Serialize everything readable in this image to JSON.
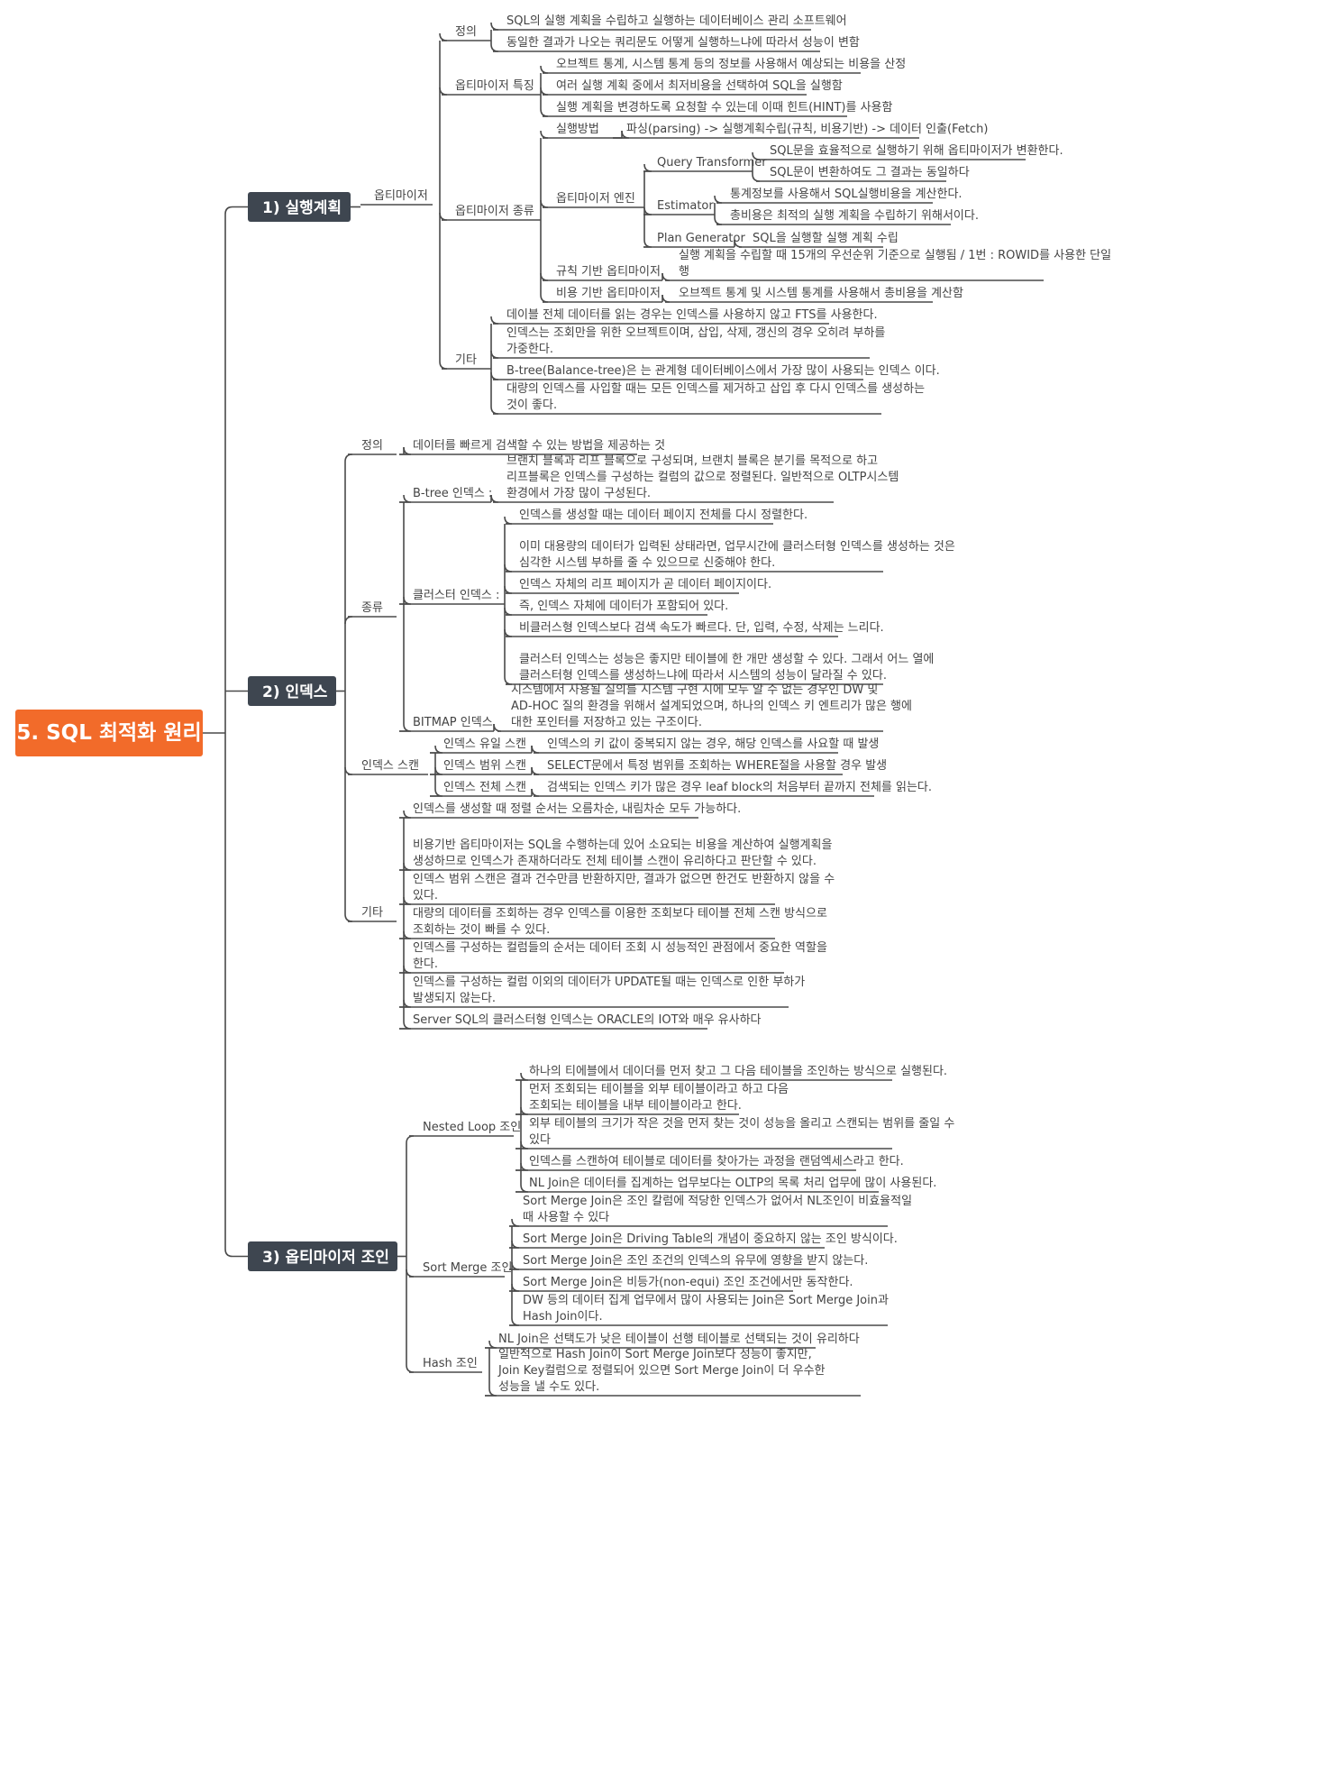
{
  "root": "5. SQL 최적화 원리",
  "colors": {
    "root_fill": "#f26b2a",
    "section_fill": "#3e4650",
    "line": "#4a4a4a",
    "text": "#444444"
  },
  "sections": [
    {
      "label": "1) 실행계획",
      "children": [
        {
          "label": "옵티마이저",
          "children": [
            {
              "label": "정의",
              "children": [
                {
                  "label": "SQL의 실행 계획을 수립하고 실행하는 데이터베이스 관리 소프트웨어"
                },
                {
                  "label": "동일한 결과가 나오는 쿼리문도 어떻게 실행하느냐에 따라서 성능이 변함"
                }
              ]
            },
            {
              "label": "옵티마이저 특징",
              "children": [
                {
                  "label": "오브젝트 통계, 시스템 통계 등의 정보를 사용해서 예상되는 비용을 산정"
                },
                {
                  "label": "여러 실행 계획 중에서 최저비용을 선택하여 SQL을 실행함"
                },
                {
                  "label": "실행 계획을 변경하도록 요청할 수 있는데 이때 힌트(HINT)를 사용함"
                }
              ]
            },
            {
              "label": "옵티마이저 종류",
              "children": [
                {
                  "label": "실행방법",
                  "children": [
                    {
                      "label": "파싱(parsing) -> 실행계획수립(규칙, 비용기반) -> 데이터 인출(Fetch)"
                    }
                  ]
                },
                {
                  "label": "옵티마이저 엔진",
                  "children": [
                    {
                      "label": "Query Transformer",
                      "children": [
                        {
                          "label": "SQL문을 효율적으로 실행하기 위해 옵티마이저가 변환한다."
                        },
                        {
                          "label": "SQL문이 변환하여도 그 결과는 동일하다"
                        }
                      ]
                    },
                    {
                      "label": "Estimator",
                      "children": [
                        {
                          "label": "통계정보를 사용해서 SQL실행비용을 계산한다."
                        },
                        {
                          "label": "총비용은 최적의 실행 계획을 수립하기 위해서이다."
                        }
                      ]
                    },
                    {
                      "label": "Plan Generator",
                      "children": [
                        {
                          "label": "SQL을 실행할 실행 계획 수립"
                        }
                      ]
                    }
                  ]
                },
                {
                  "label": "규칙 기반 옵티마이저",
                  "children": [
                    {
                      "label": "실행 계획을 수립할 때 15개의 우선순위 기준으로 실행됨 / 1번 : ROWID를 사용한 단일 행"
                    }
                  ]
                },
                {
                  "label": "비용 기반 옵티마이저",
                  "children": [
                    {
                      "label": "오브젝트 통계 및 시스템 통계를 사용해서 총비용을 계산함"
                    }
                  ]
                }
              ]
            },
            {
              "label": "기타",
              "children": [
                {
                  "label": "데이블 전체 데이터를 읽는 경우는 인덱스를 사용하지 않고 FTS를 사용한다."
                },
                {
                  "label": "인덱스는 조회만을 위한 오브젝트이며, 삽입, 삭제, 갱신의 경우 오히려 부하를 가중한다."
                },
                {
                  "label": "B-tree(Balance-tree)은 는 관계형 데이터베이스에서 가장 많이 사용되는 인덱스 이다."
                },
                {
                  "label": "대량의 인덱스를 사입할 때는 모든 인덱스를 제거하고 삽입 후 다시 인덱스를 생성하는 것이 좋다."
                }
              ]
            }
          ]
        }
      ]
    },
    {
      "label": "2) 인덱스",
      "children": [
        {
          "label": "정의",
          "children": [
            {
              "label": "데이터를 빠르게 검색할 수 있는 방법을 제공하는 것"
            }
          ]
        },
        {
          "label": "종류",
          "children": [
            {
              "label": "B-tree 인덱스 :",
              "children": [
                {
                  "label": "브랜치 블록과 리프 블록으로 구성되며, 브랜치 블록은 분기를 목적으로 하고 리프블록은 인덱스를 구성하는 컬럼의 값으로 정렬된다. 일반적으로 OLTP시스템 환경에서 가장 많이 구성된다."
                }
              ]
            },
            {
              "label": "클러스터 인덱스 :",
              "children": [
                {
                  "label": "인덱스를 생성할 때는 데이터 페이지 전체를 다시 정렬한다."
                },
                {
                  "label": "이미 대용량의 데이터가 입력된 상태라면, 업무시간에 클러스터형 인덱스를 생성하는 것은 심각한 시스템 부하를 줄 수 있으므로 신중해야 한다."
                },
                {
                  "label": "인덱스 자체의 리프 페이지가 곧 데이터 페이지이다."
                },
                {
                  "label": "즉, 인덱스 자체에 데이터가 포함되어 있다."
                },
                {
                  "label": "비클러스형 인덱스보다 검색 속도가 빠르다. 단, 입력, 수정, 삭제는 느리다."
                },
                {
                  "label": "클러스터 인덱스는 성능은 좋지만 테이블에 한 개만 생성할 수 있다. 그래서 어느 열에 클러스터형 인덱스를 생성하느냐에 따라서 시스템의 성능이 달라질 수 있다."
                }
              ]
            },
            {
              "label": "BITMAP 인덱스",
              "children": [
                {
                  "label": "시스템에서 사용될 질의를 시스템 구현 시에 모두 알 수 없는 경우인 DW 및 AD-HOC 질의 환경을 위해서 설계되었으며, 하나의 인덱스 키 엔트리가 많은 행에 대한 포인터를 저장하고 있는 구조이다."
                }
              ]
            }
          ]
        },
        {
          "label": "인덱스 스캔",
          "children": [
            {
              "label": "인덱스 유일 스캔",
              "children": [
                {
                  "label": "인덱스의 키 값이 중복되지 않는 경우, 해당 인덱스를 사요할 때 발생"
                }
              ]
            },
            {
              "label": "인덱스 범위 스캔",
              "children": [
                {
                  "label": "SELECT문에서 특정 범위를 조회하는 WHERE절을 사용할 경우 발생"
                }
              ]
            },
            {
              "label": "인덱스 전체 스캔",
              "children": [
                {
                  "label": "검색되는 인덱스 키가 많은 경우 leaf block의 처음부터 끝까지 전체를 읽는다."
                }
              ]
            }
          ]
        },
        {
          "label": "기타",
          "children": [
            {
              "label": "인덱스를 생성할 때 정렬 순서는 오름차순, 내림차순 모두 가능하다."
            },
            {
              "label": "비용기반 옵티마이저는 SQL을 수행하는데 있어 소요되는 비용을 계산하여 실행계획을 생성하므로 인덱스가 존재하더라도 전체 테이블 스캔이 유리하다고 판단할 수 있다."
            },
            {
              "label": "인덱스 범위 스캔은 결과 건수만큼 반환하지만, 결과가 없으면 한건도 반환하지 않을 수 있다."
            },
            {
              "label": "대량의 데이터를 조회하는 경우 인덱스를 이용한 조회보다 테이블 전체 스캔 방식으로 조회하는 것이 빠를 수 있다."
            },
            {
              "label": "인덱스를 구성하는 컬럼들의 순서는 데이터 조회 시 성능적인 관점에서 중요한 역할을 한다."
            },
            {
              "label": "인덱스를 구성하는 컬럼 이외의 데이터가 UPDATE될 때는 인덱스로 인한 부하가 발생되지 않는다."
            },
            {
              "label": "Server SQL의 클러스터형 인덱스는 ORACLE의 IOT와 매우 유사하다"
            }
          ]
        }
      ]
    },
    {
      "label": "3) 옵티마이저 조인",
      "children": [
        {
          "label": "Nested Loop 조인",
          "children": [
            {
              "label": "하나의 티에블에서 데이더를 먼저 찾고 그 다음 테이블을 조인하는 방식으로 실행된다."
            },
            {
              "label": "먼저 조회되는 테이블을 외부 테이블이라고 하고 다음 조회되는 테이블을 내부 테이블이라고 한다."
            },
            {
              "label": "외부 테이블의 크기가 작은 것을 먼저 찾는 것이 성능을 올리고 스캔되는 범위를 줄일 수 있다"
            },
            {
              "label": "인덱스를 스캔하여 테이블로 데이터를 찾아가는 과정을 랜덤엑세스라고 한다."
            },
            {
              "label": "NL Join은 데이터를 집계하는 업무보다는 OLTP의 목록 처리 업무에 많이 사용된다."
            }
          ]
        },
        {
          "label": "Sort Merge 조인",
          "children": [
            {
              "label": "Sort Merge Join은 조인 칼럼에 적당한 인덱스가 없어서 NL조인이 비효율적일 때 사용할 수 있다"
            },
            {
              "label": "Sort Merge Join은 Driving Table의 개념이 중요하지 않는 조인 방식이다."
            },
            {
              "label": "Sort Merge Join은 조인 조건의 인덱스의 유무에 영향을 받지 않는다."
            },
            {
              "label": "Sort Merge Join은 비등가(non-equi) 조인 조건에서만 동작한다."
            },
            {
              "label": "DW 등의 데이터 집계 업무에서 많이 사용되는 Join은 Sort Merge Join과 Hash Join이다."
            }
          ]
        },
        {
          "label": "Hash 조인",
          "children": [
            {
              "label": "NL Join은 선택도가 낮은 테이블이 선행 테이블로 선택되는 것이 유리하다"
            },
            {
              "label": "일반적으로 Hash Join이  Sort Merge Join보다 성능이 좋지만, Join Key컬럼으로 정렬되어 있으면 Sort Merge Join이 더 우수한 성능을 낼 수도 있다."
            }
          ]
        }
      ]
    }
  ]
}
